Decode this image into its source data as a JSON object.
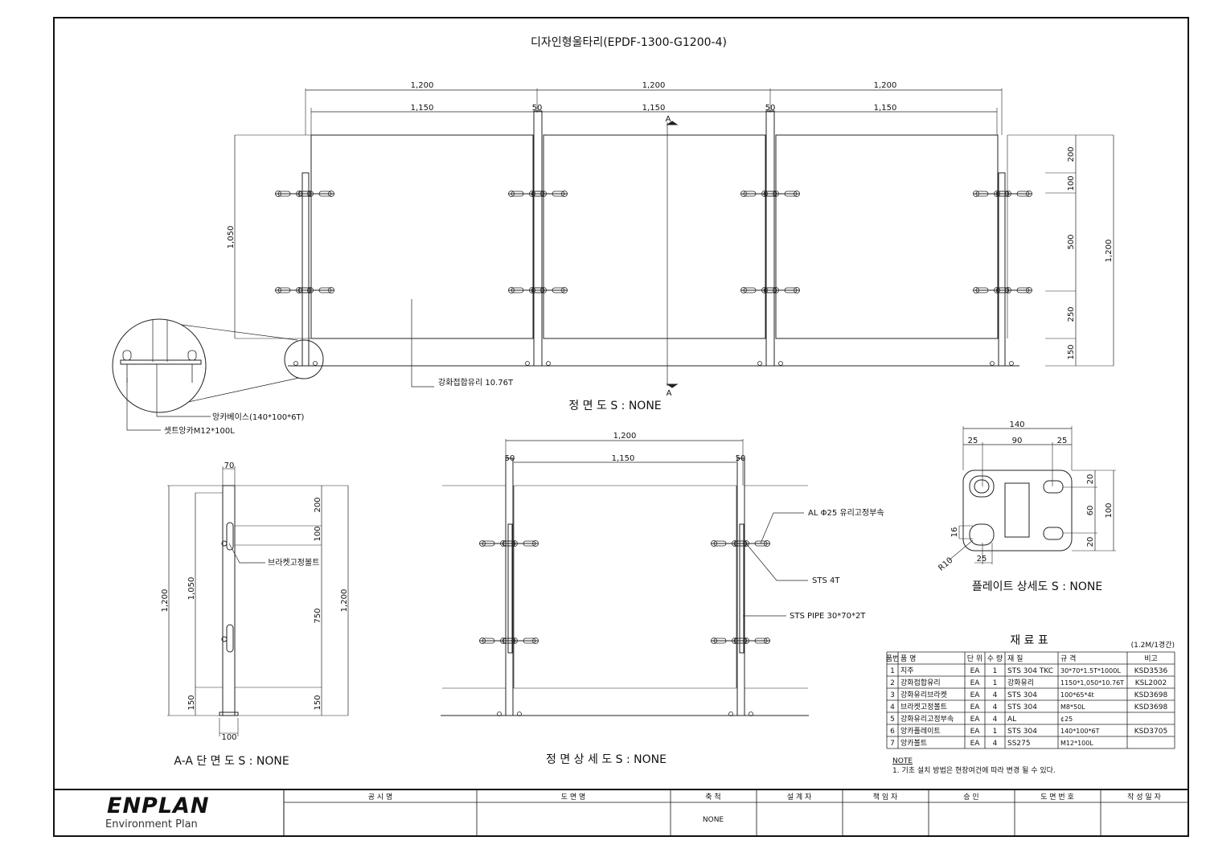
{
  "title": "디자인형울타리(EPDF-1300-G1200-4)",
  "front": {
    "caption": "정 면 도 S : NONE",
    "dims_top": [
      "1,200",
      "1,200",
      "1,200"
    ],
    "dims_inner": [
      "1,150",
      "50",
      "1,150",
      "50",
      "1,150"
    ],
    "dim_left": "1,050",
    "dims_right": [
      "200",
      "100",
      "500",
      "250",
      "150"
    ],
    "dim_right_total": "1,200",
    "glass_label": "강화접합유리 10.76T",
    "section_mark": "A",
    "anchor_base_label": "앙카베이스(140*100*6T)",
    "set_anchor_label": "셋트앙카M12*100L"
  },
  "section": {
    "caption": "A-A 단 면 도  S : NONE",
    "dim_top": "70",
    "dims_left": [
      "1,200",
      "1,050",
      "150"
    ],
    "dims_right": [
      "200",
      "100",
      "750",
      "150"
    ],
    "dim_right_total": "1,200",
    "dim_bottom": "100",
    "bolt_label": "브라켓고정볼트"
  },
  "detail": {
    "caption": "정 면 상 세 도 S : NONE",
    "dim_top": "1,200",
    "dims_inner": [
      "50",
      "1,150",
      "50"
    ],
    "labels": [
      "AL Φ25 유리고정부속",
      "STS 4T",
      "STS PIPE 30*70*2T"
    ]
  },
  "plate": {
    "caption": "플레이트 상세도 S : NONE",
    "dim_top": "140",
    "dims_top_parts": [
      "25",
      "90",
      "25"
    ],
    "dims_right": [
      "20",
      "60",
      "20"
    ],
    "dim_right_total": "100",
    "dim_16": "16",
    "dim_r10": "R10",
    "dim_25": "25"
  },
  "materials": {
    "title": "재 료 표",
    "note": "(1.2M/1경간)",
    "headers": [
      "품번",
      "품  명",
      "단 위",
      "수 량",
      "재  질",
      "규  격",
      "비고"
    ],
    "rows": [
      [
        "1",
        "지주",
        "EA",
        "1",
        "STS 304 TKC",
        "30*70*1.5T*1000L",
        "KSD3536"
      ],
      [
        "2",
        "강화접합유리",
        "EA",
        "1",
        "강화유리",
        "1150*1,050*10.76T",
        "KSL2002"
      ],
      [
        "3",
        "강화유리브라켓",
        "EA",
        "4",
        "STS 304",
        "100*65*4t",
        "KSD3698"
      ],
      [
        "4",
        "브라켓고정볼트",
        "EA",
        "4",
        "STS 304",
        "M8*50L",
        "KSD3698"
      ],
      [
        "5",
        "강화유리고정부속",
        "EA",
        "4",
        "AL",
        "¢25",
        ""
      ],
      [
        "6",
        "앙카플레이트",
        "EA",
        "1",
        "STS 304",
        "140*100*6T",
        "KSD3705"
      ],
      [
        "7",
        "앙카볼트",
        "EA",
        "4",
        "SS275",
        "M12*100L",
        ""
      ]
    ]
  },
  "notes": {
    "title": "NOTE",
    "items": [
      "1. 기초 설치 방법은 현장여건에 따라 변경 될 수 있다."
    ]
  },
  "title_block": {
    "logo": "ENPLAN",
    "logo_sub": "Environment Plan",
    "headers": [
      "공  시  명",
      "도  면  명",
      "축  척",
      "설  계  자",
      "책  임  자",
      "승  인",
      "도 면 번 호",
      "작 성 일 자"
    ],
    "scale": "NONE"
  }
}
